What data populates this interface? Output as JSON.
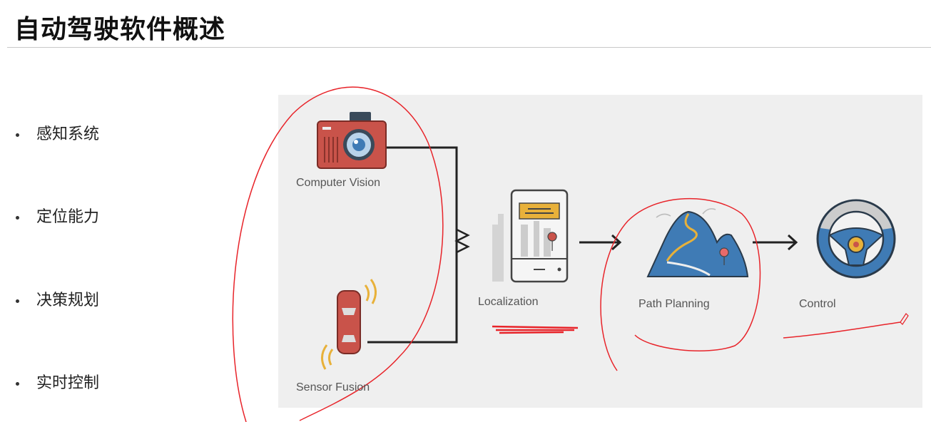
{
  "title": "自动驾驶软件概述",
  "bullets": [
    "感知系统",
    "定位能力",
    "决策规划",
    "实时控制"
  ],
  "diagram": {
    "nodes": {
      "computer_vision": "Computer Vision",
      "sensor_fusion": "Sensor Fusion",
      "localization": "Localization",
      "path_planning": "Path Planning",
      "control": "Control"
    }
  },
  "colors": {
    "annotation": "#e8242a",
    "camera": "#c9534a",
    "blue": "#3f7bb5",
    "yellow": "#e8b13a"
  }
}
